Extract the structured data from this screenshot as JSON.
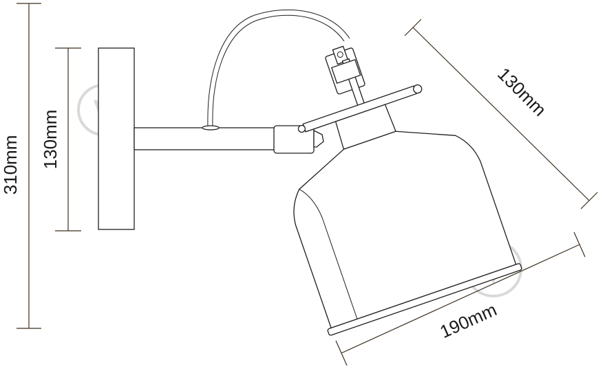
{
  "dimensions": {
    "total_height": "310mm",
    "base_height": "130mm",
    "shade_depth": "130mm",
    "shade_diameter": "190mm"
  },
  "watermark": {
    "icon": "drop-in-circle-icon"
  }
}
